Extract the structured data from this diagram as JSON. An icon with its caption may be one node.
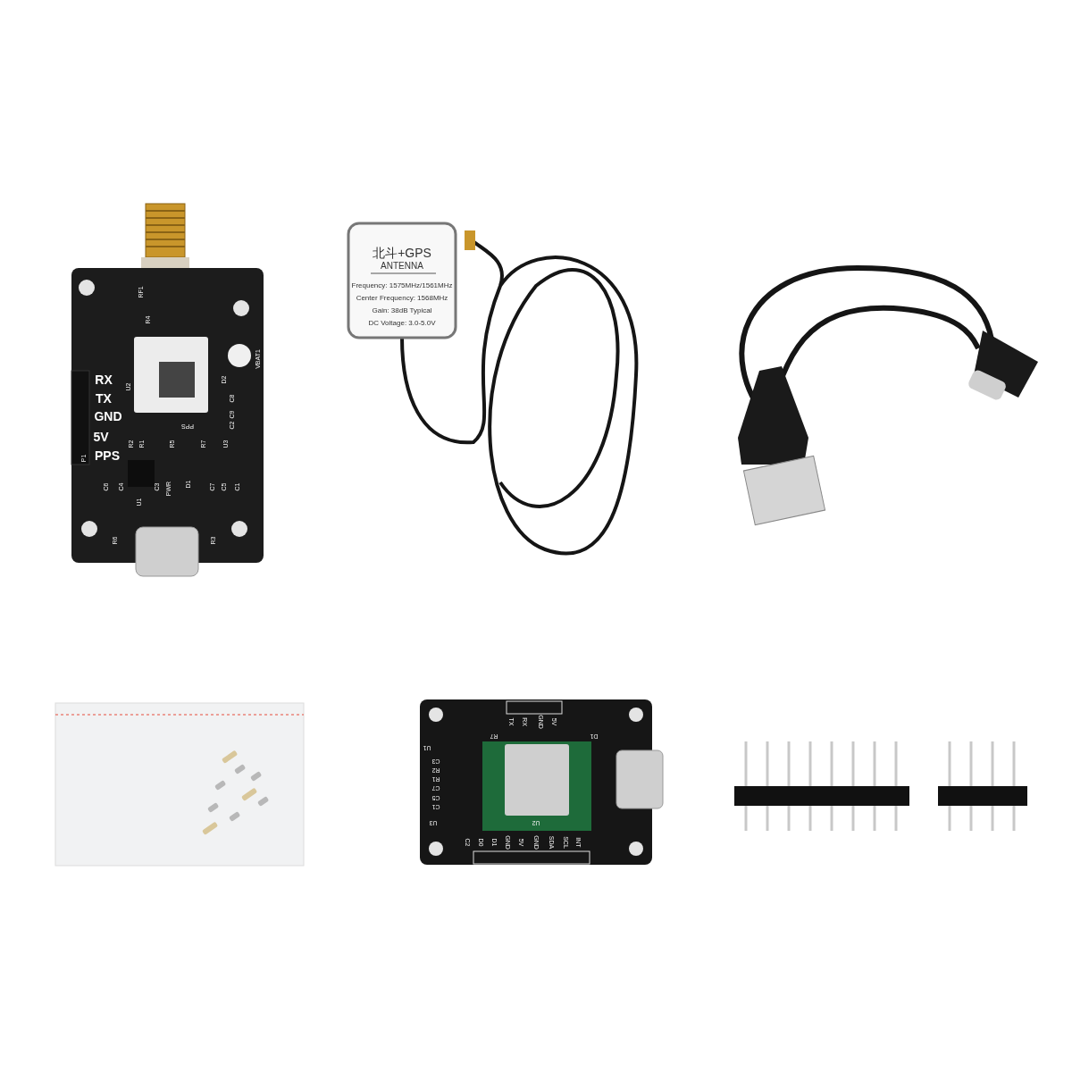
{
  "diagram": {
    "labels": [
      "RF1",
      "R4",
      "VBAT1",
      "RX",
      "U2",
      "D2",
      "TX",
      "C8",
      "GND",
      "C9",
      "PPS",
      "C2",
      "5V",
      "R2",
      "R1",
      "R5",
      "R7",
      "U3",
      "P1",
      "PPS",
      "C6",
      "C4",
      "U1",
      "C3",
      "PWR",
      "D1",
      "C7",
      "C5",
      "C1",
      "R6",
      "R3",
      "北斗+GPS",
      "ANTENNA",
      "Frequency: 1575MHz/1561MHz",
      "Center Frequency: 1568MHz",
      "Gain: 38dB Typical",
      "DC Voltage: 3.0-5.0V",
      "TX",
      "RX",
      "GND",
      "5V",
      "R7",
      "D1",
      "U1",
      "C3",
      "R2",
      "R1",
      "C7",
      "C5",
      "C1",
      "U3",
      "U2",
      "C2",
      "D0",
      "D1",
      "GND",
      "5V",
      "GND",
      "SDA",
      "SCL",
      "INT"
    ]
  }
}
